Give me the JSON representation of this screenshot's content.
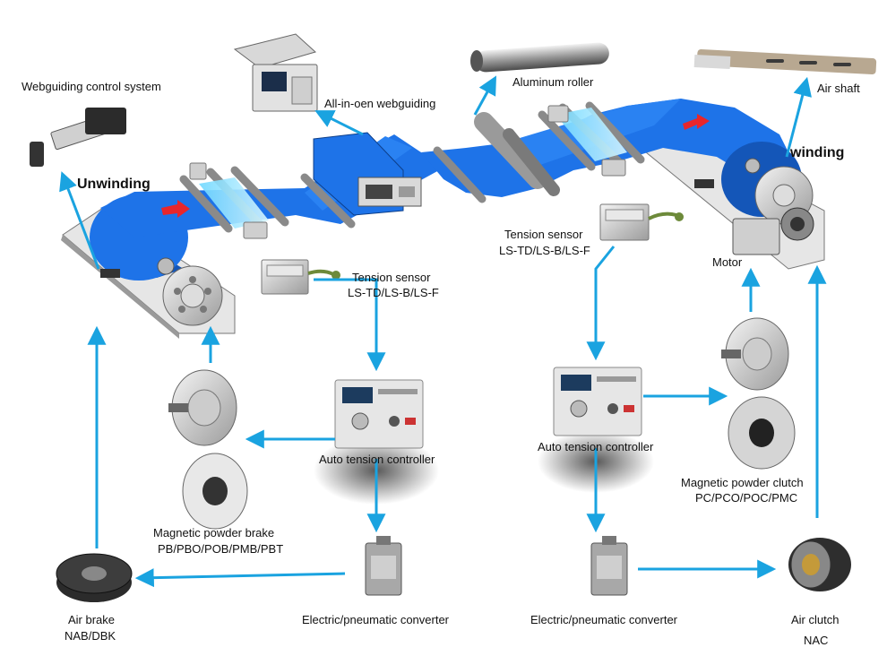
{
  "labels": {
    "webguiding_control": "Webguiding control system",
    "all_in_one": "All-in-oen webguiding",
    "aluminum_roller": "Aluminum roller",
    "air_shaft": "Air shaft",
    "unwinding": "Unwinding",
    "winding": "winding",
    "motor": "Motor",
    "tension_sensor_left": "Tension sensor",
    "tension_sensor_left_models": "LS-TD/LS-B/LS-F",
    "tension_sensor_right": "Tension sensor",
    "tension_sensor_right_models": "LS-TD/LS-B/LS-F",
    "auto_tension_left": "Auto tension controller",
    "auto_tension_right": "Auto tension controller",
    "mp_brake": "Magnetic powder brake",
    "mp_brake_models": "PB/PBO/POB/PMB/PBT",
    "mp_clutch": "Magnetic powder clutch",
    "mp_clutch_models": "PC/PCO/POC/PMC",
    "air_brake": "Air brake",
    "air_brake_models": "NAB/DBK",
    "ep_converter_left": "Electric/pneumatic converter",
    "ep_converter_right": "Electric/pneumatic converter",
    "air_clutch": "Air clutch",
    "air_clutch_models": "NAC"
  },
  "colors": {
    "arrow": "#1aa3e0",
    "web": "#1e73e8",
    "web_dark": "#1456b8",
    "direction_arrow": "#e8262b"
  }
}
